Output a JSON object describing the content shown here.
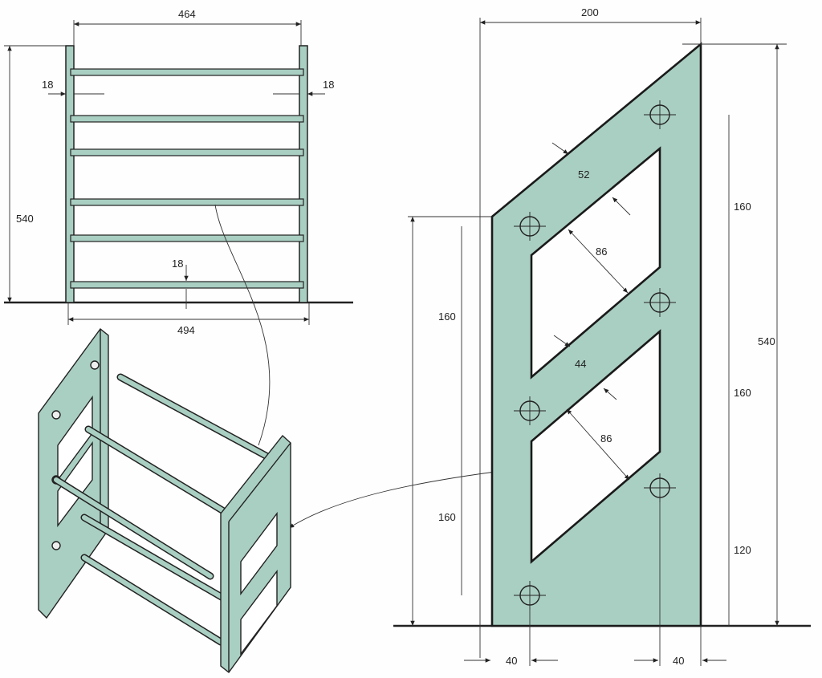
{
  "colors": {
    "panel": "#a9cfc2",
    "line": "#1a1a1a"
  },
  "front_view": {
    "width_inner": "464",
    "height": "540",
    "post_left": "18",
    "post_right": "18",
    "rail": "18",
    "width_outer": "494"
  },
  "side_panel": {
    "width": "200",
    "height": "540",
    "band_top": "52",
    "window_upper": "86",
    "band_mid": "44",
    "window_lower": "86",
    "hole_spacing_right": [
      "160",
      "160",
      "120"
    ],
    "hole_spacing_left": [
      "160",
      "160"
    ],
    "edge_offset_left": "40",
    "edge_offset_right": "40"
  }
}
